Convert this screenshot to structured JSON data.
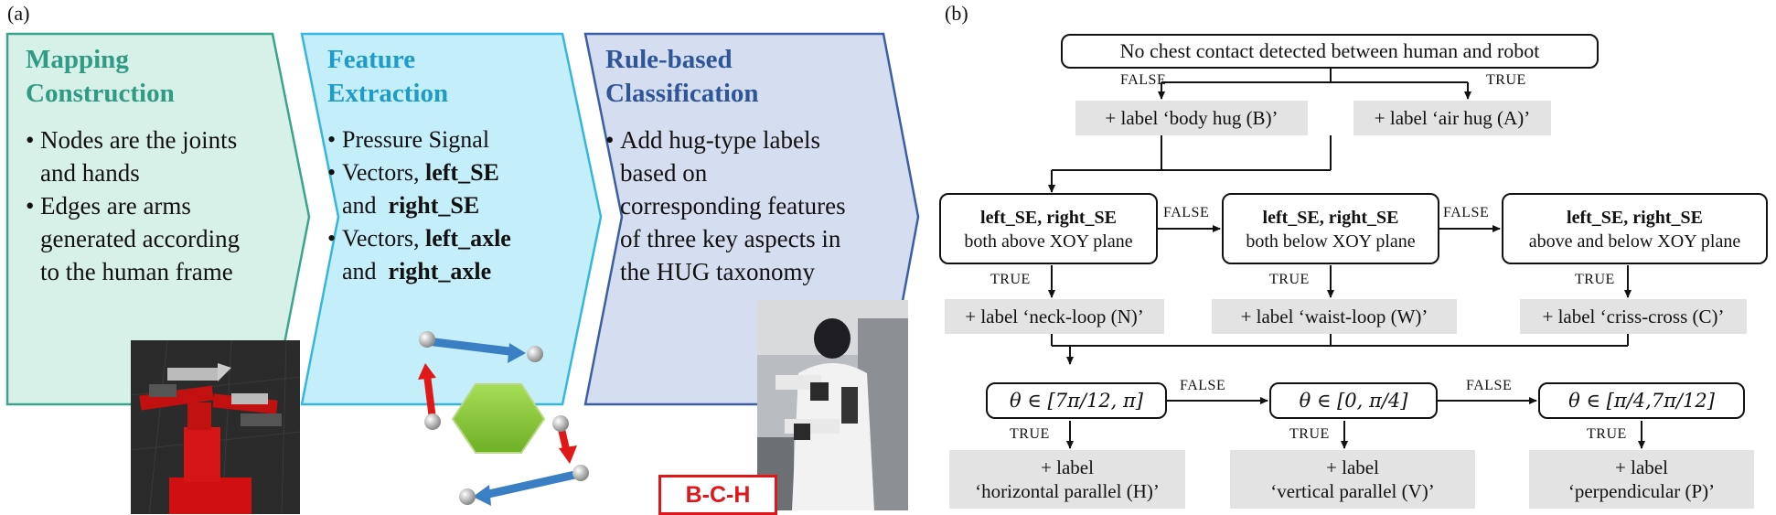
{
  "panel_a": {
    "label": "(a)",
    "stages": [
      {
        "title_lines": [
          "Mapping",
          "Construction"
        ],
        "title_color": "#2f9b85",
        "fill": "#d7f0e8",
        "stroke": "#3aa58c",
        "bullets": [
          {
            "lines": [
              "Nodes are the joints",
              "and hands"
            ]
          },
          {
            "lines": [
              "Edges are arms",
              "generated according",
              "to the human frame"
            ]
          }
        ]
      },
      {
        "title_lines": [
          "Feature",
          "Extraction"
        ],
        "title_color": "#1e9bc7",
        "fill": "#c3eefa",
        "stroke": "#35b6df",
        "bullets": [
          {
            "segments": [
              {
                "t": "Pressure Signal",
                "b": false
              }
            ]
          },
          {
            "segments": [
              {
                "t": "Vectors, ",
                "b": false
              },
              {
                "t": "left_SE",
                "b": true
              }
            ]
          },
          {
            "segments": [
              {
                "t": "and  ",
                "b": false
              },
              {
                "t": "right_SE",
                "b": true
              }
            ],
            "indent": true
          },
          {
            "segments": [
              {
                "t": "Vectors, ",
                "b": false
              },
              {
                "t": "left_axle",
                "b": true
              }
            ]
          },
          {
            "segments": [
              {
                "t": "and  ",
                "b": false
              },
              {
                "t": "right_axle",
                "b": true
              }
            ],
            "indent": true
          }
        ]
      },
      {
        "title_lines": [
          "Rule-based",
          "Classification"
        ],
        "title_color": "#2e5597",
        "fill": "#d5ddf0",
        "stroke": "#3a5fa5",
        "bullets": [
          {
            "lines": [
              "Add hug-type labels",
              "based on",
              "corresponding features",
              "of three key aspects in",
              "the HUG taxonomy"
            ]
          }
        ]
      }
    ],
    "badge": "B-C-H"
  },
  "panel_b": {
    "label": "(b)",
    "top": "No chest contact detected between human and robot",
    "row1": {
      "false_label": "FALSE",
      "true_label": "TRUE",
      "body": "+ label ‘body hug (B)’",
      "air": "+ label ‘air hug (A)’"
    },
    "row2": {
      "cond1": {
        "bold": "left_SE, right_SE",
        "text": "both above XOY plane"
      },
      "cond2": {
        "bold": "left_SE, right_SE",
        "text": "both below XOY plane"
      },
      "cond3": {
        "bold": "left_SE, right_SE",
        "text": "above and below XOY plane"
      },
      "false_label": "FALSE",
      "true_label": "TRUE",
      "neck": "+ label ‘neck-loop (N)’",
      "waist": "+ label ‘waist-loop (W)’",
      "criss": "+ label ‘criss-cross (C)’"
    },
    "row3": {
      "cond1": "θ ∈ [7π/12, π]",
      "cond2": "θ ∈ [0, π/4]",
      "cond3": "θ ∈ [π/4,7π/12]",
      "false_label": "FALSE",
      "true_label": "TRUE",
      "plus_label": "+ label",
      "h": "‘horizontal parallel (H)’",
      "v": "‘vertical parallel (V)’",
      "p": "‘perpendicular (P)’"
    }
  }
}
